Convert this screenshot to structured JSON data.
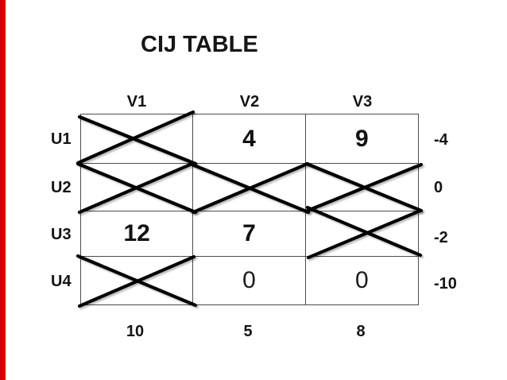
{
  "title": "CIJ TABLE",
  "accent": {
    "bar_color": "#d40000"
  },
  "table": {
    "col_headers": [
      "V1",
      "V2",
      "V3"
    ],
    "row_headers": [
      "U1",
      "U2",
      "U3",
      "U4"
    ],
    "cells": [
      [
        {
          "crossed": true,
          "value": ""
        },
        {
          "crossed": false,
          "value": "4"
        },
        {
          "crossed": false,
          "value": "9"
        }
      ],
      [
        {
          "crossed": true,
          "value": ""
        },
        {
          "crossed": true,
          "value": ""
        },
        {
          "crossed": true,
          "value": ""
        }
      ],
      [
        {
          "crossed": false,
          "value": "12"
        },
        {
          "crossed": false,
          "value": "7"
        },
        {
          "crossed": true,
          "value": ""
        }
      ],
      [
        {
          "crossed": true,
          "value": ""
        },
        {
          "crossed": false,
          "value": "0"
        },
        {
          "crossed": false,
          "value": "0"
        }
      ]
    ],
    "row_totals": [
      "-4",
      "0",
      "-2",
      "-10"
    ],
    "col_totals": [
      "10",
      "5",
      "8"
    ]
  }
}
